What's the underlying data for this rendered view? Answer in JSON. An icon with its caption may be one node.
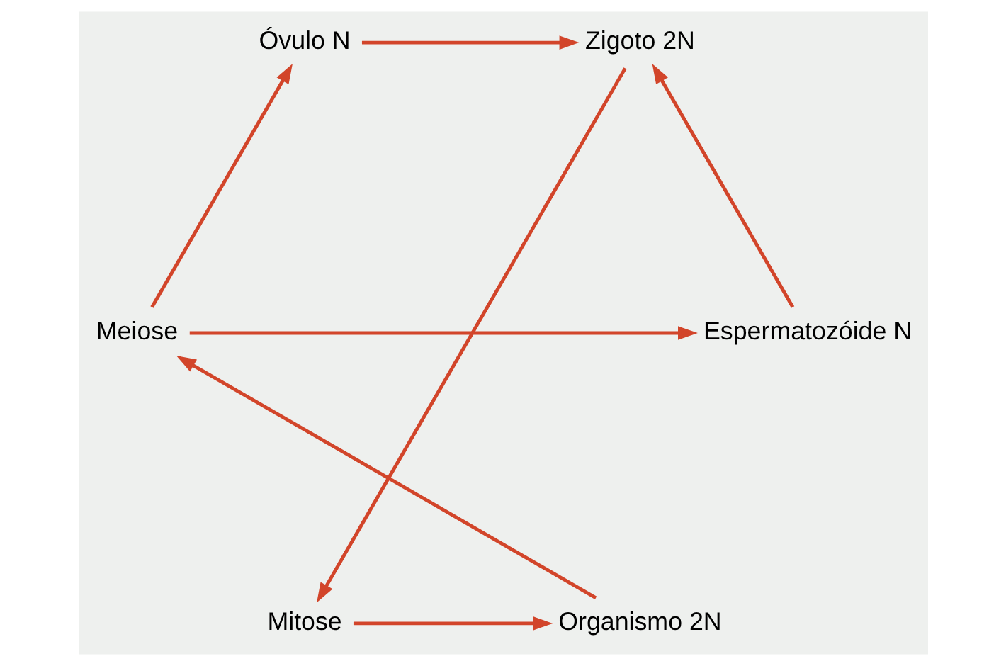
{
  "diagram": {
    "nodes": [
      {
        "text": [
          "Organismo 2N"
        ]
      },
      {
        "text": [
          "Meiose"
        ]
      },
      {
        "text": [
          "Óvulo N"
        ]
      },
      {
        "text": [
          "Espermatozóide N"
        ]
      },
      {
        "text": [
          "Zigoto 2N"
        ]
      },
      {
        "text": [
          "Mitose"
        ]
      }
    ],
    "edges": [
      {
        "from": 0,
        "to": 1,
        "arrow": "to"
      },
      {
        "from": 1,
        "to": 2,
        "arrow": "to"
      },
      {
        "from": 1,
        "to": 3,
        "arrow": "to"
      },
      {
        "from": 2,
        "to": 4,
        "arrow": "to"
      },
      {
        "from": 3,
        "to": 4,
        "arrow": "to"
      },
      {
        "from": 4,
        "to": 5,
        "arrow": "to"
      },
      {
        "from": 5,
        "to": 0,
        "arrow": "to"
      }
    ]
  }
}
